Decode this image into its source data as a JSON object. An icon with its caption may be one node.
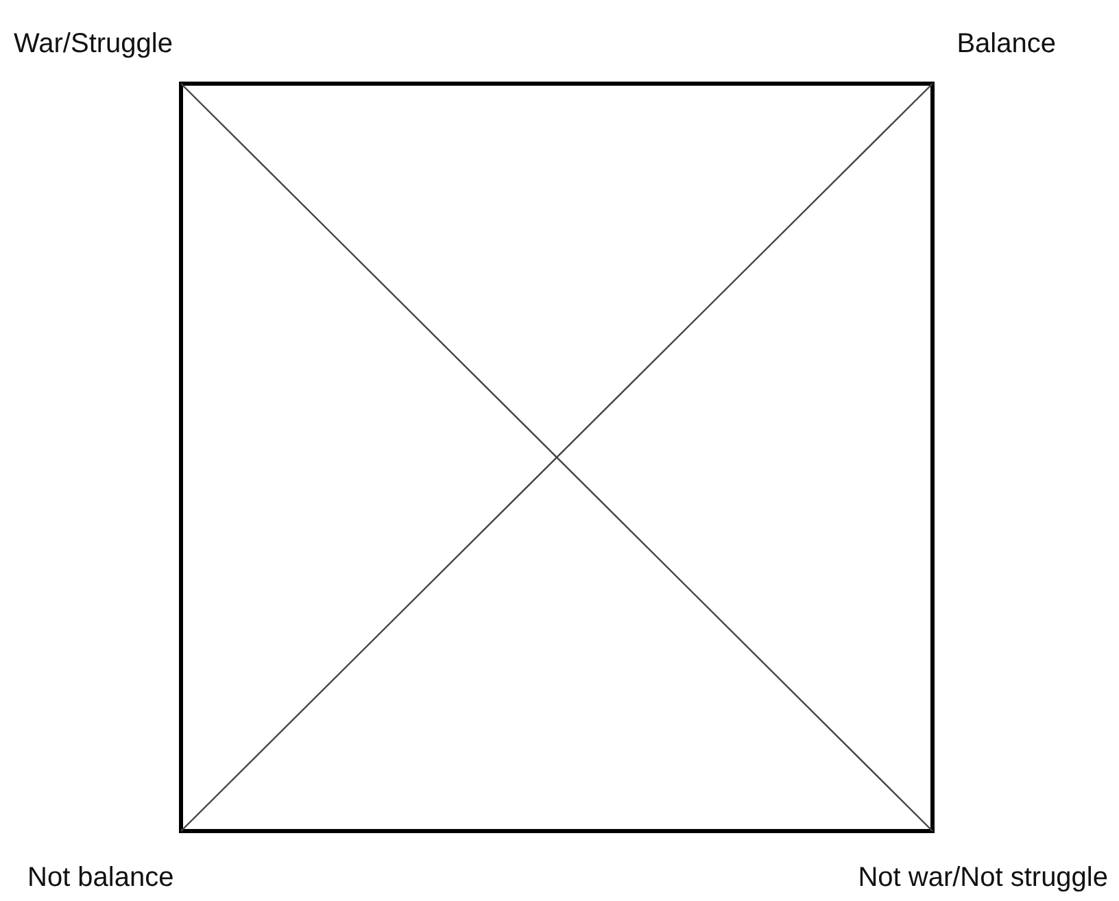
{
  "diagram": {
    "labels": [
      "War/Struggle",
      "Balance",
      "Not balance",
      "Not war/Not struggle"
    ]
  }
}
